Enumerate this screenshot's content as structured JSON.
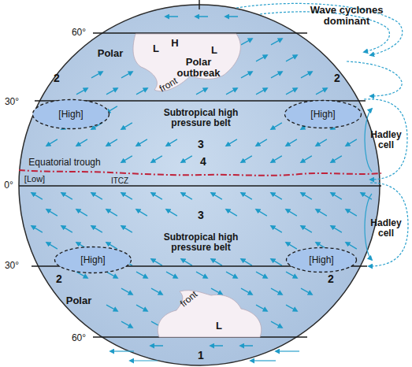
{
  "diagram": {
    "nodes": [
      {
        "text": [
          "[High]"
        ]
      },
      {
        "text": [
          "[High]"
        ]
      },
      {
        "text": [
          "[High]"
        ]
      },
      {
        "text": [
          "[High]"
        ]
      }
    ],
    "labels": [
      "Wave cyclones dominant",
      "60°",
      "Polar",
      "L",
      "H",
      "L",
      "Polar outbreak",
      "front",
      "2",
      "2",
      "30°",
      "Subtropical high pressure belt",
      "Hadley cell",
      "3",
      "Equatorial trough",
      "[Low]",
      "ITCZ",
      "4",
      "0°",
      "3",
      "Hadley cell",
      "30°",
      "Subtropical high pressure belt",
      "2",
      "Polar",
      "front",
      "2",
      "L",
      "60°",
      "1"
    ]
  }
}
